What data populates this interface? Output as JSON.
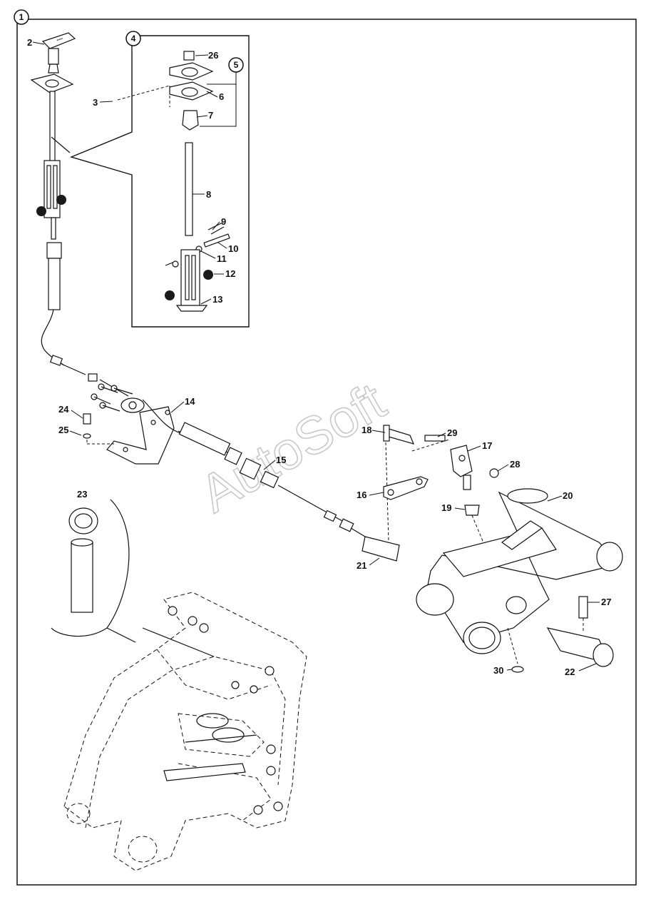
{
  "figure": {
    "callouts": {
      "main": "1",
      "detail": "4",
      "subassembly": "5"
    },
    "watermark": "AutoSoft",
    "part_labels": [
      "2",
      "3",
      "26",
      "6",
      "7",
      "8",
      "9",
      "10",
      "11",
      "12",
      "13",
      "14",
      "24",
      "25",
      "18",
      "29",
      "17",
      "28",
      "15",
      "16",
      "19",
      "20",
      "21",
      "23",
      "27",
      "30",
      "22"
    ]
  },
  "colors": {
    "ink": "#111111",
    "paper": "#ffffff",
    "watermark": "#c8c8c8",
    "fill_dark": "#1a1a1a"
  }
}
